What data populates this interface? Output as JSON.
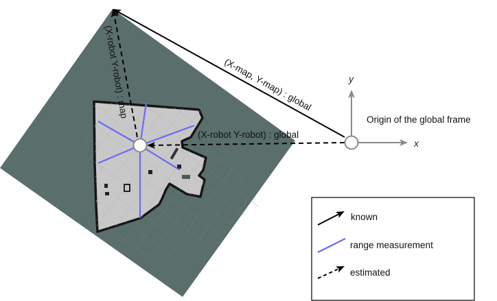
{
  "diagram": {
    "labels": {
      "map_to_global": "(X-map, Y-map) : global",
      "robot_to_map": "(X-robot Y-robot) : map",
      "robot_to_global": "(X-robot Y-robot) : global",
      "origin": "Origin of the global frame",
      "x_axis": "x",
      "y_axis": "y"
    },
    "legend": {
      "items": [
        {
          "label": "known",
          "style": "solid-arrow",
          "color": "#000000"
        },
        {
          "label": "range measurement",
          "style": "line",
          "color": "#6a6af5"
        },
        {
          "label": "estimated",
          "style": "dashed-arrow",
          "color": "#000000"
        }
      ]
    },
    "colors": {
      "map_background": "#5a6e6b",
      "map_free_space": "#c8c8c8",
      "map_walls": "#1a1a1a",
      "range_beam": "#6a6af5",
      "axis": "#8a8a8a"
    }
  }
}
